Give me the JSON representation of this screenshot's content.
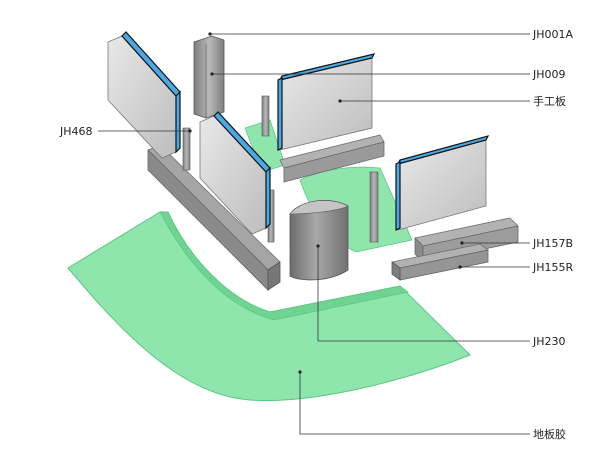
{
  "labels": {
    "jh001a": "JH001A",
    "jh009": "JH009",
    "handboard": "手工板",
    "jh468": "JH468",
    "jh157b": "JH157B",
    "jh155r": "JH155R",
    "jh230": "JH230",
    "floor_glue": "地板胶"
  },
  "colors": {
    "floor": "#8fe6ad",
    "floor_edge": "#5cc684",
    "panel": "#d9d9d9",
    "glass": "#49a9e6",
    "aluminum": "#9a9a9a",
    "gasket": "#111111"
  }
}
